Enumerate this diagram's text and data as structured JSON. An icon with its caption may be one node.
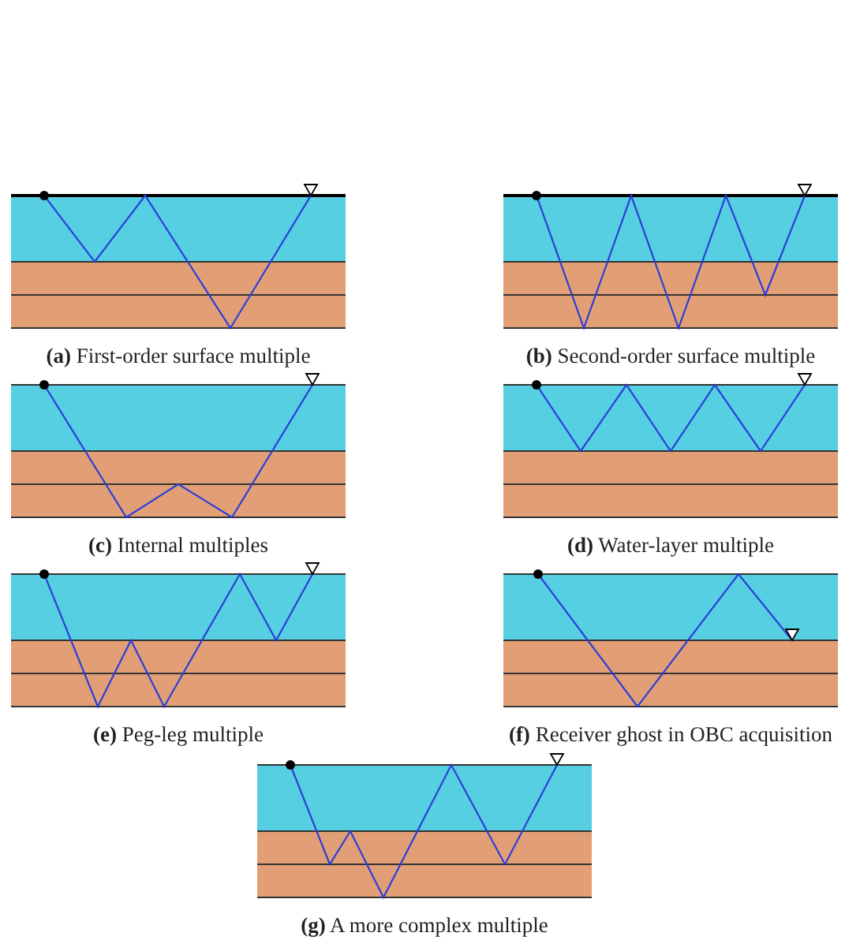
{
  "diagram": {
    "labels": [
      "**(a)** First-order surface multiple",
      "**(b)** Second-order surface multiple",
      "**(c)** Internal multiples",
      "**(d)** Water-layer multiple",
      "**(e)** Peg-leg multiple",
      "**(f)** Receiver ghost in OBC acquisition",
      "**(g)** A more complex multiple"
    ]
  }
}
